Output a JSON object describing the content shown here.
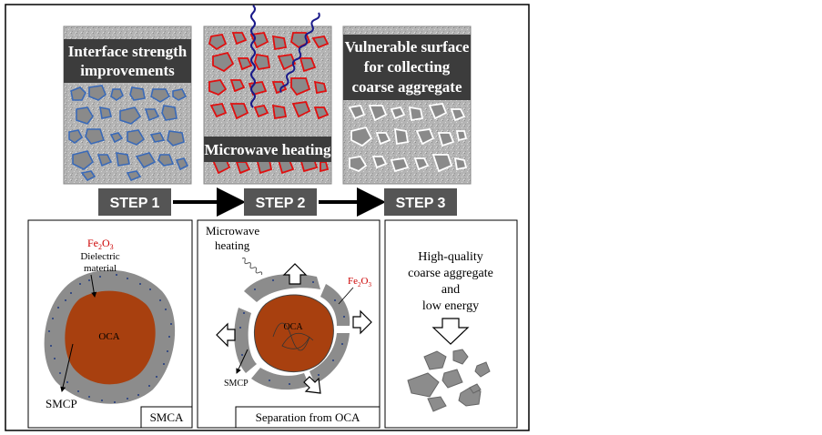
{
  "panels": {
    "step1_overlay": [
      "Interface strength",
      "improvements"
    ],
    "step2_overlay": "Microwave heating",
    "step3_overlay": [
      "Vulnerable surface",
      "for collecting",
      "coarse aggregate"
    ]
  },
  "steps": [
    "STEP 1",
    "STEP 2",
    "STEP 3"
  ],
  "box1": {
    "fe2o3": {
      "base": "Fe",
      "sub1": "2",
      "mid": "O",
      "sub2": "3"
    },
    "dielectric": [
      "Dielectric",
      "material"
    ],
    "core": "OCA",
    "smcp": "SMCP",
    "caption": "SMCA"
  },
  "box2": {
    "microwave": [
      "Microwave",
      "heating"
    ],
    "fe2o3": {
      "base": "Fe",
      "sub1": "2",
      "mid": "O",
      "sub2": "3"
    },
    "core": "OCA",
    "smcp": "SMCP",
    "caption": "Separation  from OCA"
  },
  "box3": {
    "lines": [
      "High-quality",
      "coarse aggregate",
      "and",
      "low energy"
    ]
  },
  "colors": {
    "gray_panel": "#b0b0b0",
    "overlay": "#404040",
    "step_box": "#555555",
    "oca": "#a8400f",
    "red_outline": "#e01010",
    "blue_outline": "#2f5fb0",
    "fe2o3_text": "#cc0000",
    "wave": "#1a1a8a"
  }
}
